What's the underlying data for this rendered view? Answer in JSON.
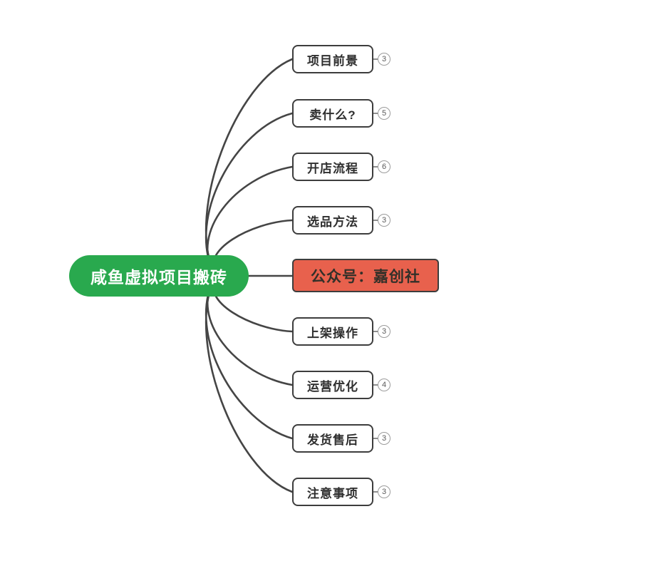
{
  "mindmap": {
    "root": {
      "label": "咸鱼虚拟项目搬砖"
    },
    "branches": [
      {
        "label": "项目前景",
        "badge": "3"
      },
      {
        "label": "卖什么?",
        "badge": "5"
      },
      {
        "label": "开店流程",
        "badge": "6"
      },
      {
        "label": "选品方法",
        "badge": "3"
      },
      {
        "label": "公众号：嘉创社"
      },
      {
        "label": "上架操作",
        "badge": "3"
      },
      {
        "label": "运营优化",
        "badge": "4"
      },
      {
        "label": "发货售后",
        "badge": "3"
      },
      {
        "label": "注意事项",
        "badge": "3"
      }
    ],
    "colors": {
      "root_fill": "#29a94e",
      "root_text": "#ffffff",
      "highlight_fill": "#e8614d",
      "node_border": "#3d3d3d",
      "node_text": "#2f2f2f",
      "edge": "#454545",
      "badge_border": "#9c9c9c",
      "badge_text": "#5a5a5a"
    }
  }
}
